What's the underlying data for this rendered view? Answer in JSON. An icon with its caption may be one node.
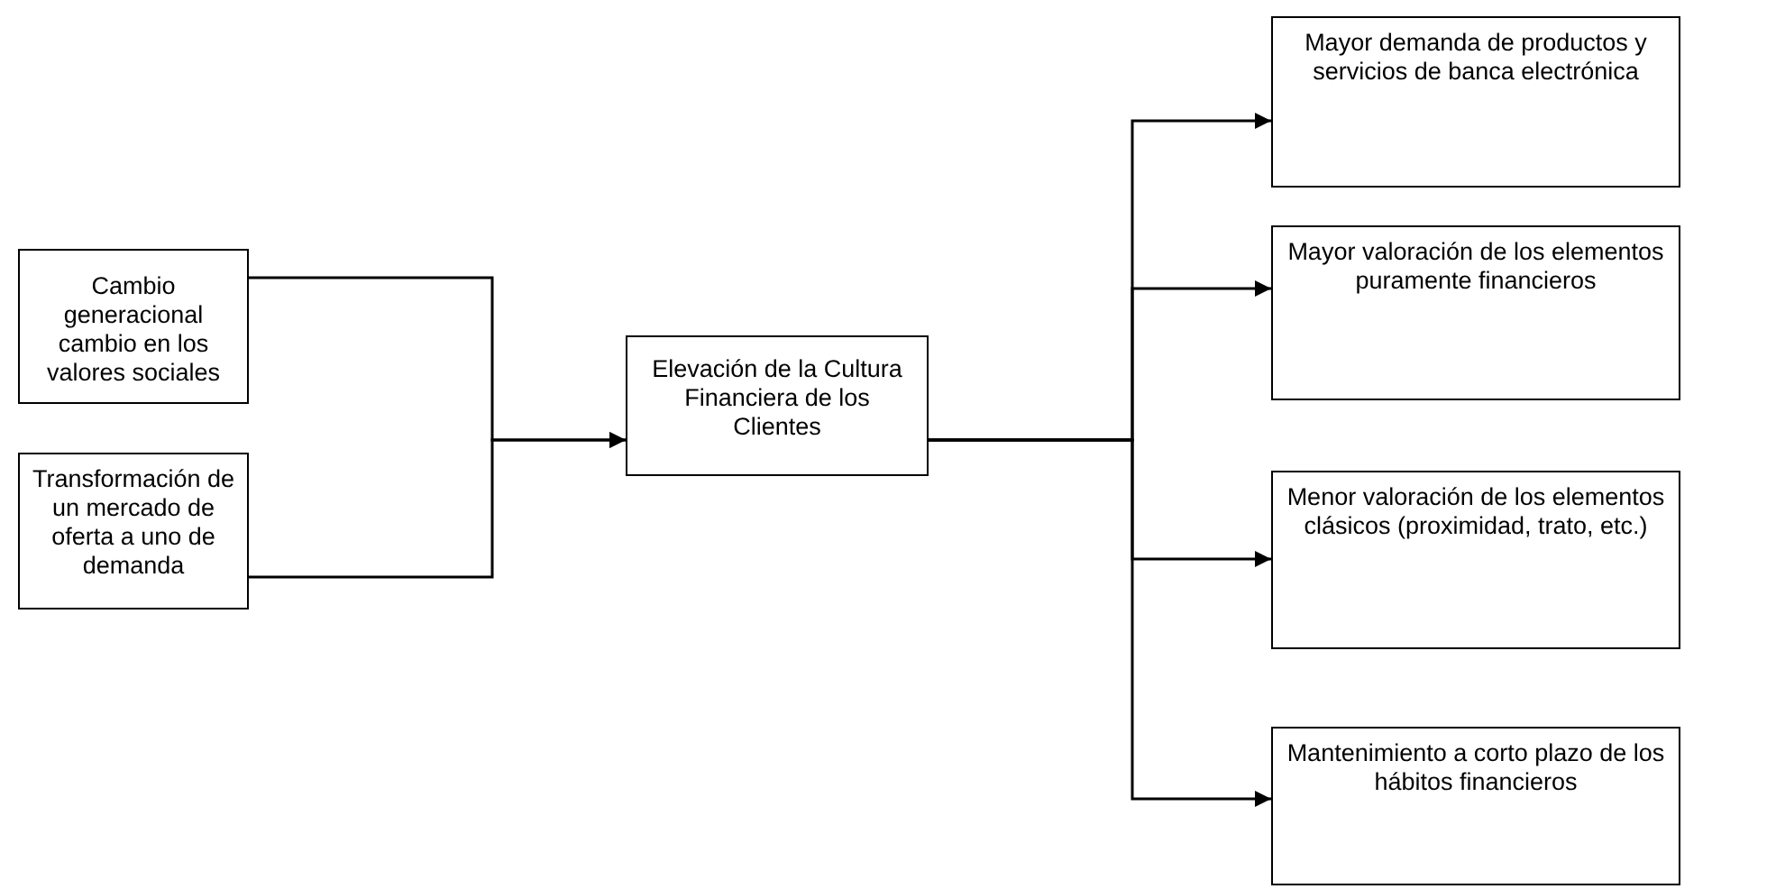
{
  "diagram": {
    "nodes": [
      {
        "text": [
          "Cambio generacional cambio en los valores sociales"
        ]
      },
      {
        "text": [
          "Transformación de un mercado de oferta a uno de demanda"
        ]
      },
      {
        "text": [
          "Elevación de la Cultura Financiera de los Clientes"
        ]
      },
      {
        "text": [
          "Mayor demanda de productos y servicios de banca electrónica"
        ]
      },
      {
        "text": [
          "Mayor valoración de los elementos puramente financieros"
        ]
      },
      {
        "text": [
          "Menor valoración de los elementos clásicos (proximidad, trato, etc.)"
        ]
      },
      {
        "text": [
          "Mantenimiento a corto plazo de los hábitos financieros"
        ]
      }
    ],
    "edges": [
      {
        "from": 0,
        "to": 2,
        "arrow": "to"
      },
      {
        "from": 1,
        "to": 2,
        "arrow": "to"
      },
      {
        "from": 2,
        "to": 3,
        "arrow": "to"
      },
      {
        "from": 2,
        "to": 4,
        "arrow": "to"
      },
      {
        "from": 2,
        "to": 5,
        "arrow": "to"
      },
      {
        "from": 2,
        "to": 6,
        "arrow": "to"
      }
    ]
  }
}
